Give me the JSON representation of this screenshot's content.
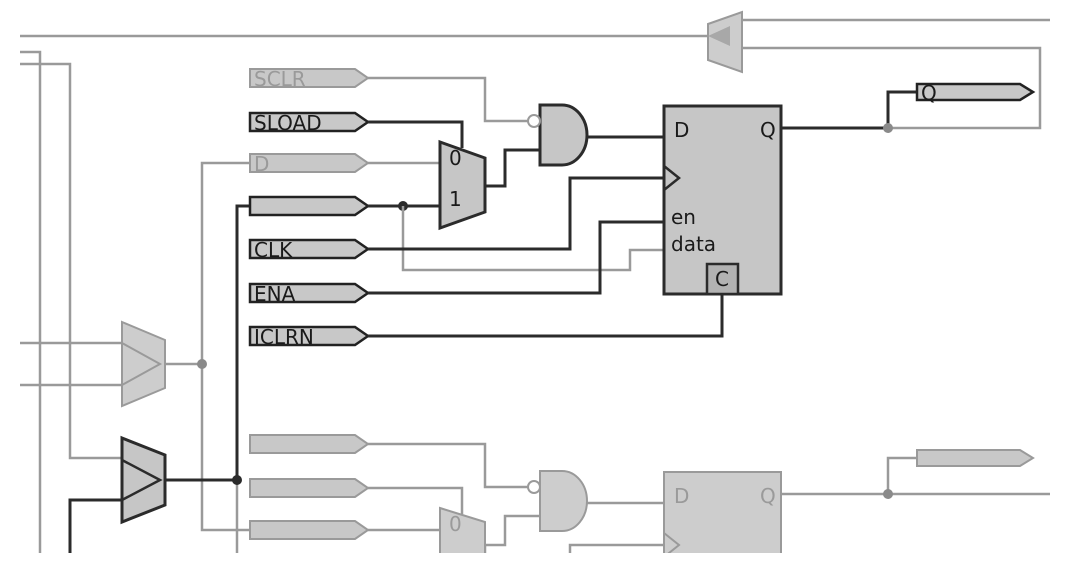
{
  "inputs": {
    "sclr": "SCLR",
    "sload": "SLOAD",
    "d": "D",
    "clk": "CLK",
    "ena": "ENA",
    "iclrn": "ICLRN"
  },
  "mux_top": {
    "in0": "0",
    "in1": "1"
  },
  "mux_bottom": {
    "in0": "0"
  },
  "dff_top": {
    "d": "D",
    "q": "Q",
    "en": "en",
    "data": "data",
    "c": "C"
  },
  "dff_bottom": {
    "d": "D",
    "q": "Q"
  },
  "output_top": "Q",
  "colors": {
    "active": "#2b2b2b",
    "inactive": "#9a9a9a",
    "fill": "#c8c8c8"
  }
}
